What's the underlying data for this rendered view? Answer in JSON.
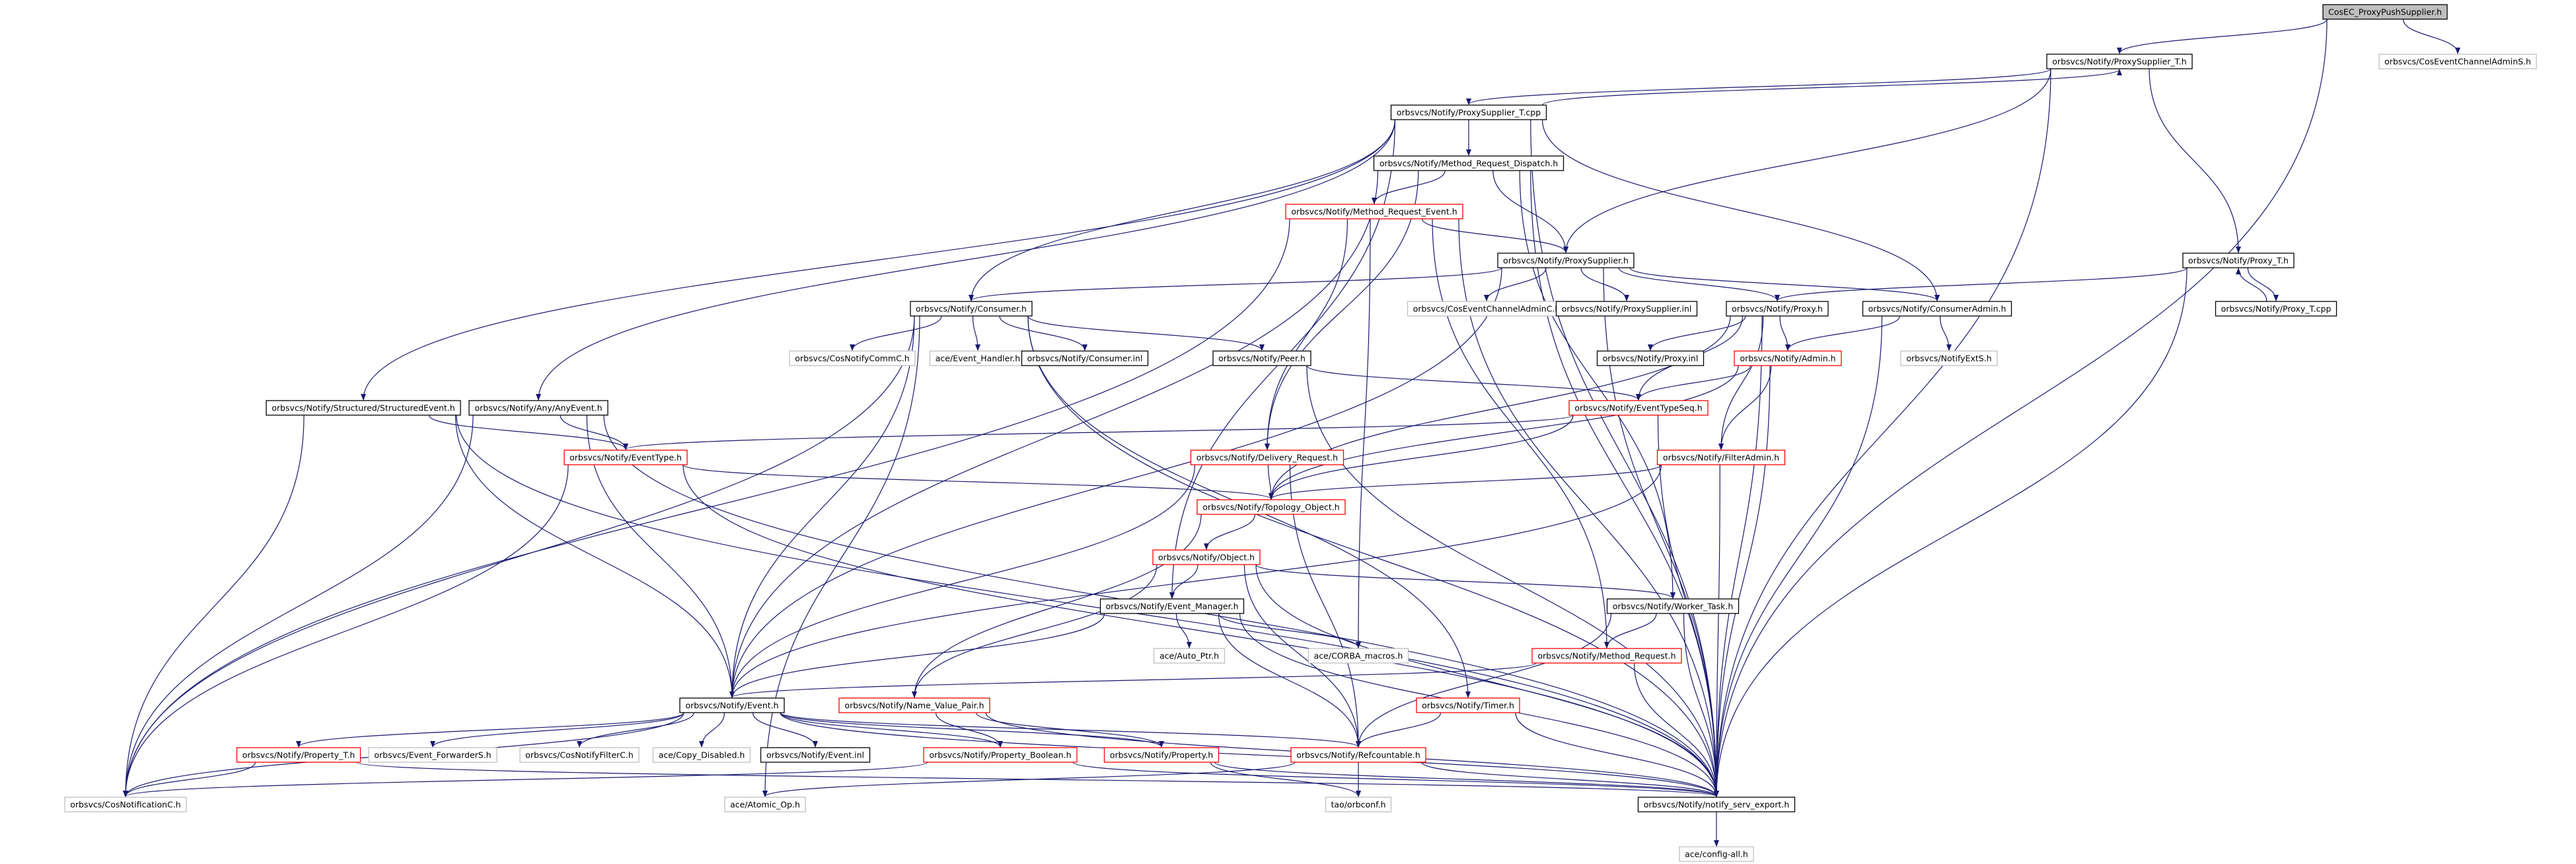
{
  "colors": {
    "edge": "#191970",
    "node_border_black": "#000000",
    "node_border_red": "#ff0000",
    "node_border_gray": "#bfbfbf",
    "root_fill": "#bfbfbf",
    "background": "#ffffff"
  },
  "nodes": [
    {
      "id": "root",
      "label": "CosEC_ProxyPushSupplier.h",
      "border": "black",
      "root": true
    },
    {
      "id": "pst_h",
      "label": "orbsvcs/Notify/ProxySupplier_T.h",
      "border": "black"
    },
    {
      "id": "cecadmins",
      "label": "orbsvcs/CosEventChannelAdminS.h",
      "border": "gray"
    },
    {
      "id": "pst_cpp",
      "label": "orbsvcs/Notify/ProxySupplier_T.cpp",
      "border": "black"
    },
    {
      "id": "mrd",
      "label": "orbsvcs/Notify/Method_Request_Dispatch.h",
      "border": "black"
    },
    {
      "id": "mre",
      "label": "orbsvcs/Notify/Method_Request_Event.h",
      "border": "red"
    },
    {
      "id": "ps",
      "label": "orbsvcs/Notify/ProxySupplier.h",
      "border": "black"
    },
    {
      "id": "proxyt",
      "label": "orbsvcs/Notify/Proxy_T.h",
      "border": "black"
    },
    {
      "id": "proxytcpp",
      "label": "orbsvcs/Notify/Proxy_T.cpp",
      "border": "black"
    },
    {
      "id": "consumer",
      "label": "orbsvcs/Notify/Consumer.h",
      "border": "black"
    },
    {
      "id": "cecadminc",
      "label": "orbsvcs/CosEventChannelAdminC.h",
      "border": "gray"
    },
    {
      "id": "psinl",
      "label": "orbsvcs/Notify/ProxySupplier.inl",
      "border": "black"
    },
    {
      "id": "proxy",
      "label": "orbsvcs/Notify/Proxy.h",
      "border": "black"
    },
    {
      "id": "cadmin",
      "label": "orbsvcs/Notify/ConsumerAdmin.h",
      "border": "black"
    },
    {
      "id": "cosnotifycommc",
      "label": "orbsvcs/CosNotifyCommC.h",
      "border": "gray"
    },
    {
      "id": "evhandler",
      "label": "ace/Event_Handler.h",
      "border": "gray"
    },
    {
      "id": "consinl",
      "label": "orbsvcs/Notify/Consumer.inl",
      "border": "black"
    },
    {
      "id": "peer",
      "label": "orbsvcs/Notify/Peer.h",
      "border": "black"
    },
    {
      "id": "proxyinl",
      "label": "orbsvcs/Notify/Proxy.inl",
      "border": "black"
    },
    {
      "id": "admin",
      "label": "orbsvcs/Notify/Admin.h",
      "border": "red"
    },
    {
      "id": "notifyexts",
      "label": "orbsvcs/NotifyExtS.h",
      "border": "gray"
    },
    {
      "id": "structev",
      "label": "orbsvcs/Notify/Structured/StructuredEvent.h",
      "border": "black"
    },
    {
      "id": "anyev",
      "label": "orbsvcs/Notify/Any/AnyEvent.h",
      "border": "black"
    },
    {
      "id": "evtypeseq",
      "label": "orbsvcs/Notify/EventTypeSeq.h",
      "border": "red"
    },
    {
      "id": "evtype",
      "label": "orbsvcs/Notify/EventType.h",
      "border": "red"
    },
    {
      "id": "delivreq",
      "label": "orbsvcs/Notify/Delivery_Request.h",
      "border": "red"
    },
    {
      "id": "filteradmin",
      "label": "orbsvcs/Notify/FilterAdmin.h",
      "border": "red"
    },
    {
      "id": "topo",
      "label": "orbsvcs/Notify/Topology_Object.h",
      "border": "red"
    },
    {
      "id": "object",
      "label": "orbsvcs/Notify/Object.h",
      "border": "red"
    },
    {
      "id": "evmgr",
      "label": "orbsvcs/Notify/Event_Manager.h",
      "border": "black"
    },
    {
      "id": "worker",
      "label": "orbsvcs/Notify/Worker_Task.h",
      "border": "black"
    },
    {
      "id": "autoptr",
      "label": "ace/Auto_Ptr.h",
      "border": "gray"
    },
    {
      "id": "corbamacros",
      "label": "ace/CORBA_macros.h",
      "border": "gray"
    },
    {
      "id": "methreq",
      "label": "orbsvcs/Notify/Method_Request.h",
      "border": "red"
    },
    {
      "id": "event",
      "label": "orbsvcs/Notify/Event.h",
      "border": "black"
    },
    {
      "id": "nvpair",
      "label": "orbsvcs/Notify/Name_Value_Pair.h",
      "border": "red"
    },
    {
      "id": "timer",
      "label": "orbsvcs/Notify/Timer.h",
      "border": "red"
    },
    {
      "id": "propt",
      "label": "orbsvcs/Notify/Property_T.h",
      "border": "red"
    },
    {
      "id": "evfwd",
      "label": "orbsvcs/Event_ForwarderS.h",
      "border": "gray"
    },
    {
      "id": "cosnotifyfilterc",
      "label": "orbsvcs/CosNotifyFilterC.h",
      "border": "gray"
    },
    {
      "id": "copydis",
      "label": "ace/Copy_Disabled.h",
      "border": "gray"
    },
    {
      "id": "eventinl",
      "label": "orbsvcs/Notify/Event.inl",
      "border": "black"
    },
    {
      "id": "propbool",
      "label": "orbsvcs/Notify/Property_Boolean.h",
      "border": "red"
    },
    {
      "id": "property",
      "label": "orbsvcs/Notify/Property.h",
      "border": "red"
    },
    {
      "id": "refcount",
      "label": "orbsvcs/Notify/Refcountable.h",
      "border": "red"
    },
    {
      "id": "cosnotificationc",
      "label": "orbsvcs/CosNotificationC.h",
      "border": "gray"
    },
    {
      "id": "atomicop",
      "label": "ace/Atomic_Op.h",
      "border": "gray"
    },
    {
      "id": "orbconf",
      "label": "tao/orbconf.h",
      "border": "gray"
    },
    {
      "id": "export",
      "label": "orbsvcs/Notify/notify_serv_export.h",
      "border": "black"
    },
    {
      "id": "configall",
      "label": "ace/config-all.h",
      "border": "gray"
    }
  ],
  "edges": [
    [
      "root",
      "pst_h"
    ],
    [
      "root",
      "cecadmins"
    ],
    [
      "root",
      "export"
    ],
    [
      "pst_h",
      "pst_cpp"
    ],
    [
      "pst_h",
      "ps"
    ],
    [
      "pst_h",
      "proxyt"
    ],
    [
      "pst_h",
      "export"
    ],
    [
      "pst_cpp",
      "pst_h"
    ],
    [
      "pst_cpp",
      "mrd"
    ],
    [
      "pst_cpp",
      "consumer"
    ],
    [
      "pst_cpp",
      "structev"
    ],
    [
      "pst_cpp",
      "anyev"
    ],
    [
      "pst_cpp",
      "evmgr"
    ],
    [
      "pst_cpp",
      "cadmin"
    ],
    [
      "pst_cpp",
      "export"
    ],
    [
      "mrd",
      "mre"
    ],
    [
      "mrd",
      "ps"
    ],
    [
      "mrd",
      "delivreq"
    ],
    [
      "mrd",
      "event"
    ],
    [
      "mrd",
      "worker"
    ],
    [
      "mrd",
      "export"
    ],
    [
      "mre",
      "ps"
    ],
    [
      "mre",
      "methreq"
    ],
    [
      "mre",
      "delivreq"
    ],
    [
      "mre",
      "corbamacros"
    ],
    [
      "mre",
      "cosnotificationc"
    ],
    [
      "mre",
      "export"
    ],
    [
      "ps",
      "consumer"
    ],
    [
      "ps",
      "cecadminc"
    ],
    [
      "ps",
      "psinl"
    ],
    [
      "ps",
      "proxy"
    ],
    [
      "ps",
      "cadmin"
    ],
    [
      "ps",
      "event"
    ],
    [
      "ps",
      "export"
    ],
    [
      "proxyt",
      "proxytcpp"
    ],
    [
      "proxyt",
      "proxy"
    ],
    [
      "proxyt",
      "export"
    ],
    [
      "proxytcpp",
      "proxyt"
    ],
    [
      "consumer",
      "cosnotifycommc"
    ],
    [
      "consumer",
      "evhandler"
    ],
    [
      "consumer",
      "consinl"
    ],
    [
      "consumer",
      "peer"
    ],
    [
      "consumer",
      "event"
    ],
    [
      "consumer",
      "timer"
    ],
    [
      "consumer",
      "atomicop"
    ],
    [
      "consumer",
      "cosnotificationc"
    ],
    [
      "consumer",
      "export"
    ],
    [
      "proxy",
      "proxyinl"
    ],
    [
      "proxy",
      "admin"
    ],
    [
      "proxy",
      "evtypeseq"
    ],
    [
      "proxy",
      "filteradmin"
    ],
    [
      "proxy",
      "topo"
    ],
    [
      "proxy",
      "export"
    ],
    [
      "cadmin",
      "admin"
    ],
    [
      "cadmin",
      "notifyexts"
    ],
    [
      "cadmin",
      "export"
    ],
    [
      "peer",
      "evtypeseq"
    ],
    [
      "peer",
      "export"
    ],
    [
      "admin",
      "evtypeseq"
    ],
    [
      "admin",
      "topo"
    ],
    [
      "admin",
      "filteradmin"
    ],
    [
      "admin",
      "export"
    ],
    [
      "structev",
      "evtype"
    ],
    [
      "structev",
      "event"
    ],
    [
      "structev",
      "cosnotificationc"
    ],
    [
      "structev",
      "export"
    ],
    [
      "anyev",
      "evtype"
    ],
    [
      "anyev",
      "event"
    ],
    [
      "anyev",
      "cosnotificationc"
    ],
    [
      "anyev",
      "export"
    ],
    [
      "evtypeseq",
      "evtype"
    ],
    [
      "evtypeseq",
      "topo"
    ],
    [
      "evtypeseq",
      "export"
    ],
    [
      "evtype",
      "topo"
    ],
    [
      "evtype",
      "cosnotificationc"
    ],
    [
      "evtype",
      "export"
    ],
    [
      "delivreq",
      "topo"
    ],
    [
      "delivreq",
      "event"
    ],
    [
      "delivreq",
      "refcount"
    ],
    [
      "filteradmin",
      "topo"
    ],
    [
      "filteradmin",
      "event"
    ],
    [
      "filteradmin",
      "export"
    ],
    [
      "topo",
      "object"
    ],
    [
      "topo",
      "nvpair"
    ],
    [
      "object",
      "evmgr"
    ],
    [
      "object",
      "worker"
    ],
    [
      "object",
      "nvpair"
    ],
    [
      "object",
      "refcount"
    ],
    [
      "object",
      "export"
    ],
    [
      "evmgr",
      "autoptr"
    ],
    [
      "evmgr",
      "corbamacros"
    ],
    [
      "evmgr",
      "refcount"
    ],
    [
      "evmgr",
      "event"
    ],
    [
      "evmgr",
      "export"
    ],
    [
      "worker",
      "methreq"
    ],
    [
      "worker",
      "refcount"
    ],
    [
      "worker",
      "export"
    ],
    [
      "methreq",
      "event"
    ],
    [
      "methreq",
      "export"
    ],
    [
      "event",
      "propt"
    ],
    [
      "event",
      "evfwd"
    ],
    [
      "event",
      "cosnotifyfilterc"
    ],
    [
      "event",
      "copydis"
    ],
    [
      "event",
      "eventinl"
    ],
    [
      "event",
      "propbool"
    ],
    [
      "event",
      "property"
    ],
    [
      "event",
      "refcount"
    ],
    [
      "event",
      "cosnotificationc"
    ],
    [
      "event",
      "export"
    ],
    [
      "nvpair",
      "propbool"
    ],
    [
      "nvpair",
      "property"
    ],
    [
      "nvpair",
      "export"
    ],
    [
      "timer",
      "refcount"
    ],
    [
      "timer",
      "export"
    ],
    [
      "propt",
      "cosnotificationc"
    ],
    [
      "propt",
      "export"
    ],
    [
      "propbool",
      "cosnotificationc"
    ],
    [
      "propbool",
      "export"
    ],
    [
      "property",
      "orbconf"
    ],
    [
      "property",
      "export"
    ],
    [
      "refcount",
      "atomicop"
    ],
    [
      "refcount",
      "orbconf"
    ],
    [
      "refcount",
      "export"
    ],
    [
      "export",
      "configall"
    ]
  ]
}
